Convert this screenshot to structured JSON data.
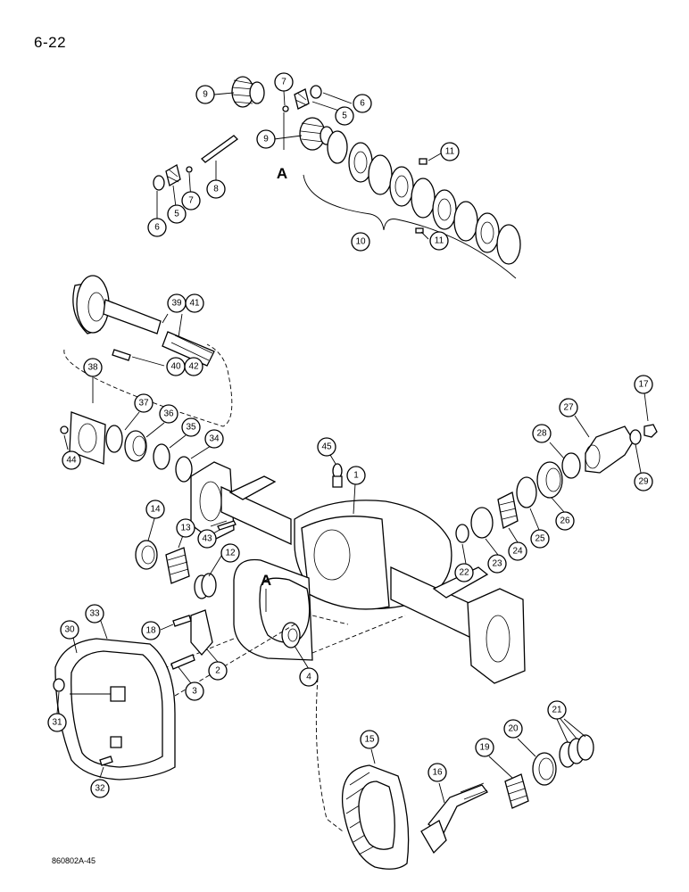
{
  "page_number": "6-22",
  "figure_id": "860802A-45",
  "reference_letter": "A",
  "callouts": {
    "c1": "1",
    "c2": "2",
    "c3": "3",
    "c4": "4",
    "c5a": "5",
    "c5b": "5",
    "c6a": "6",
    "c6b": "6",
    "c7a": "7",
    "c7b": "7",
    "c8": "8",
    "c9a": "9",
    "c9b": "9",
    "c10": "10",
    "c11a": "11",
    "c11b": "11",
    "c12": "12",
    "c13": "13",
    "c14": "14",
    "c15": "15",
    "c16": "16",
    "c17": "17",
    "c18": "18",
    "c19": "19",
    "c20": "20",
    "c21": "21",
    "c22": "22",
    "c23": "23",
    "c24": "24",
    "c25": "25",
    "c26": "26",
    "c27": "27",
    "c28": "28",
    "c29": "29",
    "c30": "30",
    "c31": "31",
    "c32": "32",
    "c33": "33",
    "c34": "34",
    "c35": "35",
    "c36": "36",
    "c37": "37",
    "c38": "38",
    "c39": "39",
    "c40": "40",
    "c41": "41",
    "c42": "42",
    "c43": "43",
    "c44": "44",
    "c45": "45"
  }
}
